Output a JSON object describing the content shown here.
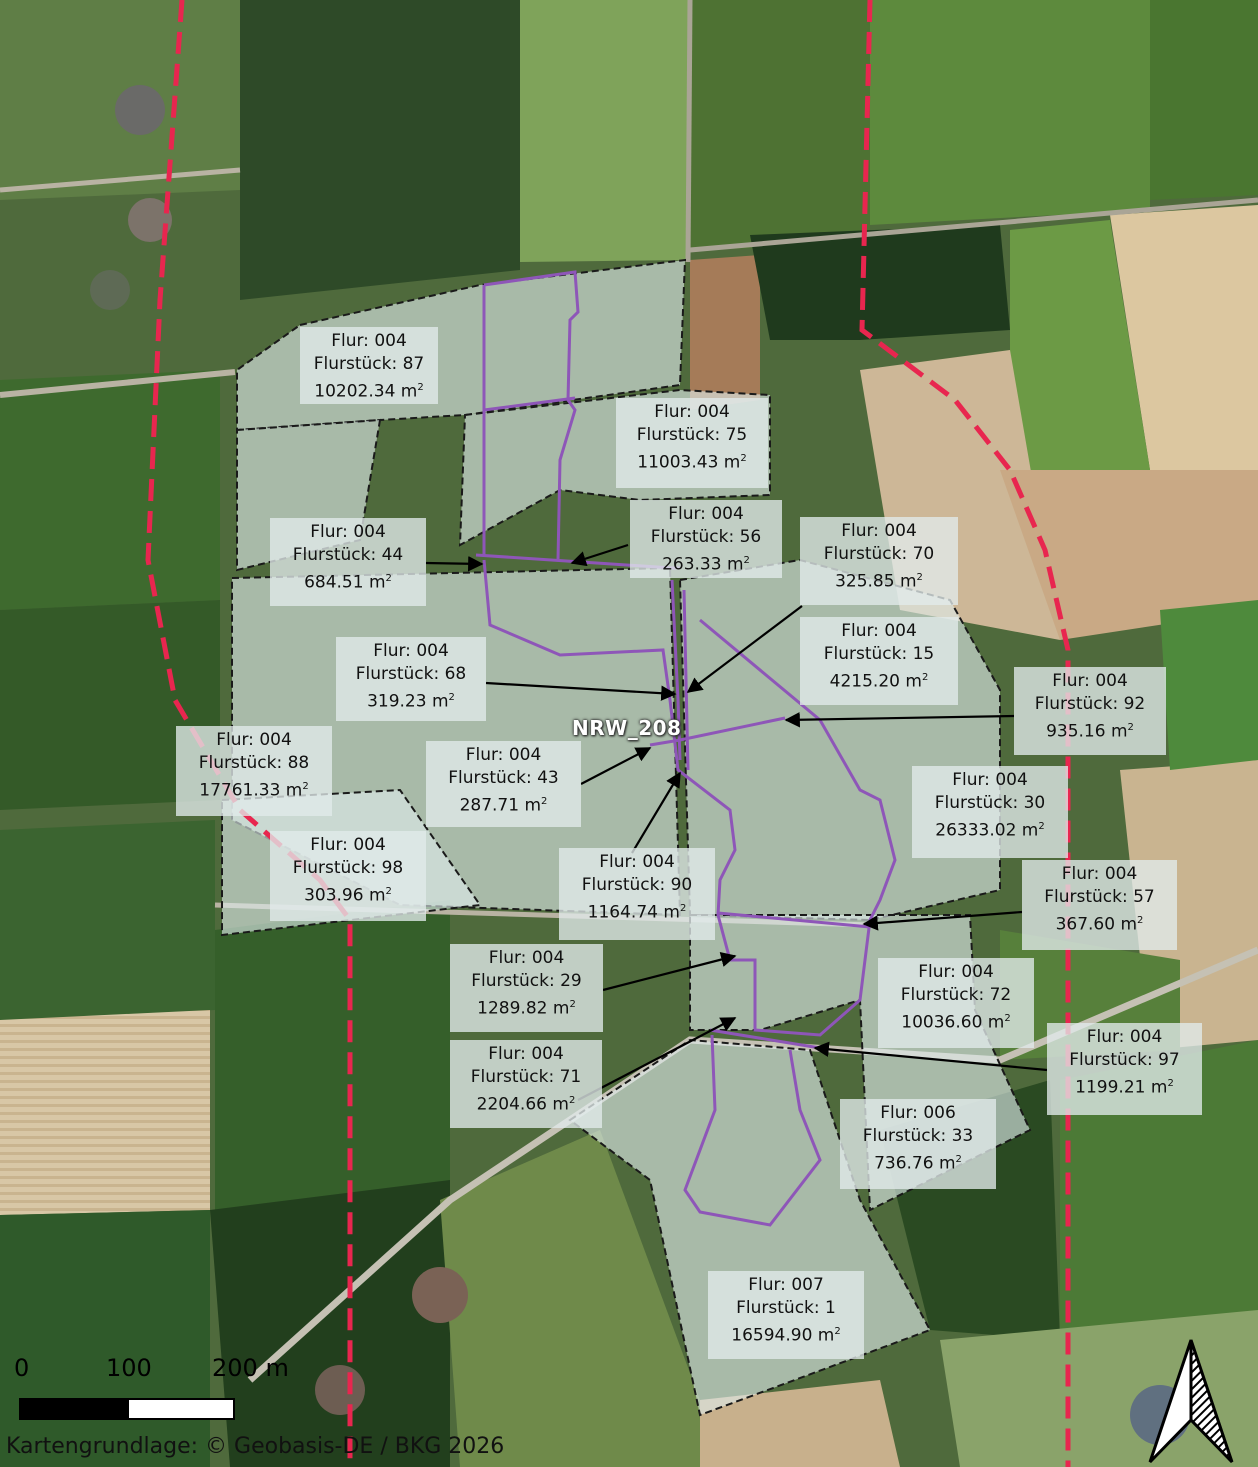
{
  "route_label": "NRW_208",
  "area_unit": "m",
  "area_exponent": "2",
  "parcels": [
    {
      "flur": "Flur: 004",
      "flurstueck": "Flurstück: 87",
      "area": "10202.34"
    },
    {
      "flur": "Flur: 004",
      "flurstueck": "Flurstück: 75",
      "area": "11003.43"
    },
    {
      "flur": "Flur: 004",
      "flurstueck": "Flurstück: 56",
      "area": "263.33"
    },
    {
      "flur": "Flur: 004",
      "flurstueck": "Flurstück: 44",
      "area": "684.51"
    },
    {
      "flur": "Flur: 004",
      "flurstueck": "Flurstück: 70",
      "area": "325.85"
    },
    {
      "flur": "Flur: 004",
      "flurstueck": "Flurstück: 15",
      "area": "4215.20"
    },
    {
      "flur": "Flur: 004",
      "flurstueck": "Flurstück: 68",
      "area": "319.23"
    },
    {
      "flur": "Flur: 004",
      "flurstueck": "Flurstück: 92",
      "area": "935.16"
    },
    {
      "flur": "Flur: 004",
      "flurstueck": "Flurstück: 88",
      "area": "17761.33"
    },
    {
      "flur": "Flur: 004",
      "flurstueck": "Flurstück: 43",
      "area": "287.71"
    },
    {
      "flur": "Flur: 004",
      "flurstueck": "Flurstück: 30",
      "area": "26333.02"
    },
    {
      "flur": "Flur: 004",
      "flurstueck": "Flurstück: 98",
      "area": "303.96"
    },
    {
      "flur": "Flur: 004",
      "flurstueck": "Flurstück: 90",
      "area": "1164.74"
    },
    {
      "flur": "Flur: 004",
      "flurstueck": "Flurstück: 57",
      "area": "367.60"
    },
    {
      "flur": "Flur: 004",
      "flurstueck": "Flurstück: 29",
      "area": "1289.82"
    },
    {
      "flur": "Flur: 004",
      "flurstueck": "Flurstück: 72",
      "area": "10036.60"
    },
    {
      "flur": "Flur: 004",
      "flurstueck": "Flurstück: 71",
      "area": "2204.66"
    },
    {
      "flur": "Flur: 004",
      "flurstueck": "Flurstück: 97",
      "area": "1199.21"
    },
    {
      "flur": "Flur: 006",
      "flurstueck": "Flurstück: 33",
      "area": "736.76"
    },
    {
      "flur": "Flur: 007",
      "flurstueck": "Flurstück: 1",
      "area": "16594.90"
    }
  ],
  "scale_bar": {
    "labels": [
      "0",
      "100",
      "200 m"
    ]
  },
  "attribution": "Kartengrundlage: © Geobasis-DE / BKG 2026",
  "colors": {
    "route": "#8e56b8",
    "boundary_dash": "#e8264f",
    "parcel_fill": "#dfeceb",
    "parcel_edge": "#1a1a1a"
  },
  "icons": {
    "north_arrow": "north-arrow-icon"
  }
}
